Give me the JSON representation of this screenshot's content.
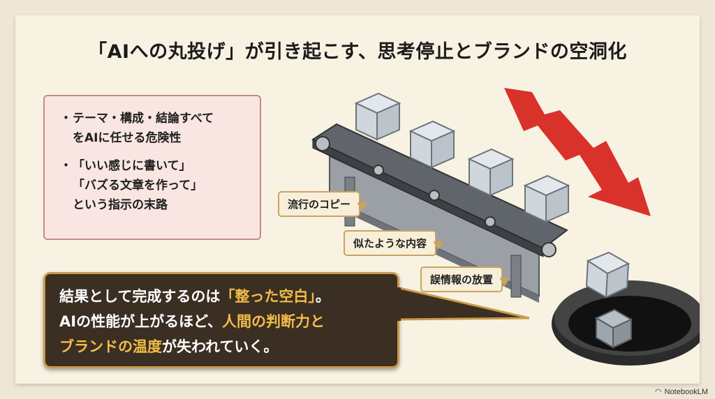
{
  "title": "「AIへの丸投げ」が引き起こす、思考停止とブランドの空洞化",
  "bullets": [
    {
      "dot": "・",
      "lines": [
        "テーマ・構成・結論すべて",
        "をAIに任せる危険性"
      ]
    },
    {
      "dot": "・",
      "lines": [
        "「いい感じに書いて」",
        "「バズる文章を作って」",
        "という指示の末路"
      ]
    }
  ],
  "tags": [
    "流行のコピー",
    "似たような内容",
    "誤情報の放置"
  ],
  "callout": {
    "line1_a": "結果として完成するのは",
    "line1_hl": "「整った空白」",
    "line1_b": "。",
    "line2_a": "AIの性能が上がるほど、",
    "line2_hl": "人間の判断力と",
    "line3_hl": "ブランドの温度",
    "line3_b": "が失われていく。"
  },
  "brand": "NotebookLM",
  "colors": {
    "arrow": "#d9322b",
    "accent": "#f2bd49",
    "callout_bg": "#3b2e22"
  }
}
